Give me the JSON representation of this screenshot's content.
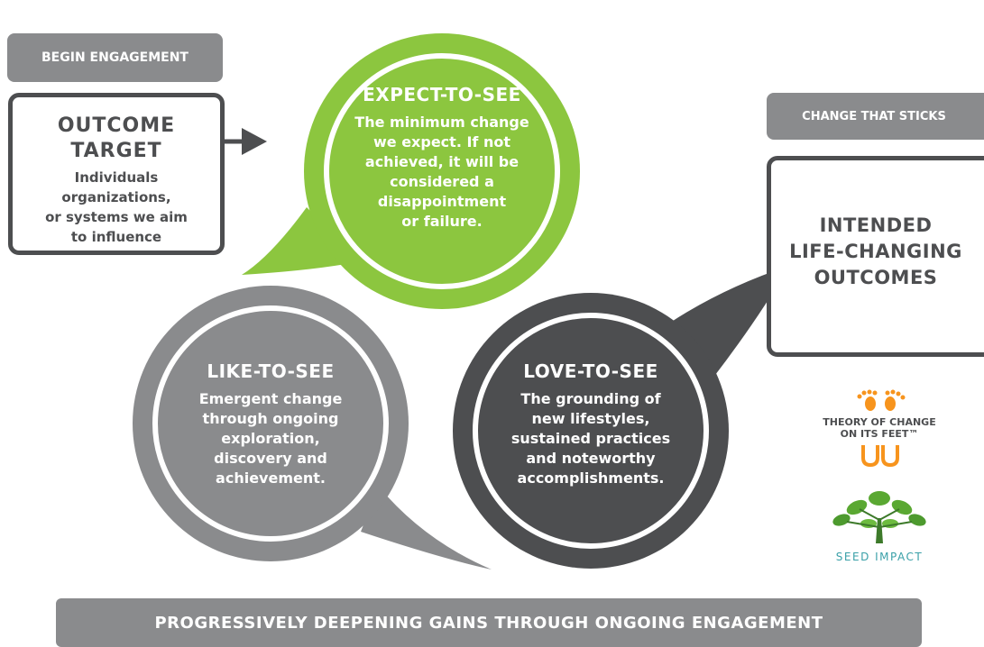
{
  "begin_label": "BEGIN ENGAGEMENT",
  "outcome_target": {
    "title_line1": "OUTCOME",
    "title_line2": "TARGET",
    "body": [
      "Individuals",
      "organizations,",
      "or systems we aim",
      "to influence"
    ]
  },
  "change_label": "CHANGE THAT STICKS",
  "intended": {
    "line1": "INTENDED",
    "line2": "LIFE-CHANGING",
    "line3": "OUTCOMES"
  },
  "expect": {
    "title": "EXPECT-TO-SEE",
    "body": [
      "The minimum change",
      "we expect. If not",
      "achieved, it will be",
      "considered a",
      "disappointment",
      "or failure."
    ]
  },
  "like": {
    "title": "LIKE-TO-SEE",
    "body": [
      "Emergent change",
      "through ongoing",
      "exploration,",
      "discovery and",
      "achievement."
    ]
  },
  "love": {
    "title": "LOVE-TO-SEE",
    "body": [
      "The grounding of",
      "new lifestyles,",
      "sustained practices",
      "and noteworthy",
      "accomplishments."
    ]
  },
  "logo_toc": {
    "line1": "THEORY OF CHANGE",
    "line2": "ON ITS FEET™"
  },
  "logo_seed": "SEED IMPACT",
  "footer": "PROGRESSIVELY DEEPENING GAINS THROUGH ONGOING ENGAGEMENT",
  "colors": {
    "green": "#8cc63f",
    "gray": "#8a8b8d",
    "dark": "#4d4e50",
    "orange": "#f7941d",
    "seed_green": "#5aa832"
  }
}
